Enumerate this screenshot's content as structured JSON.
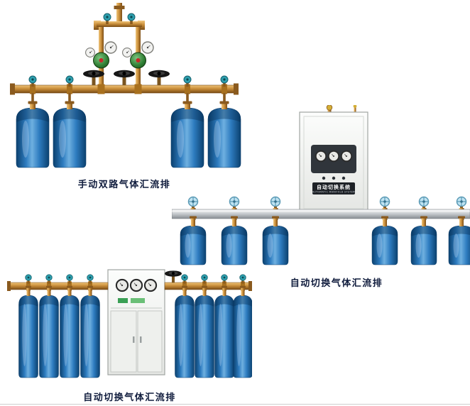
{
  "page": {
    "background": "#ffffff"
  },
  "captions": {
    "manual_dual": "手动双路气体汇流排",
    "auto_right": "自动切换气体汇流排",
    "auto_bottom": "自动切换气体汇流排"
  },
  "cabinet": {
    "label": "自动切换系统",
    "sublabel": "AUTOMATIC MANIFOLD SYSTEM"
  },
  "colors": {
    "cylinder_blue": "#2e7cc0",
    "brass": "#c98e3a",
    "steel_pipe": "#c3c7cb",
    "regulator_green": "#2e7d32",
    "caption_text": "#101c3d",
    "cabinet_white": "#f2f4f1"
  }
}
